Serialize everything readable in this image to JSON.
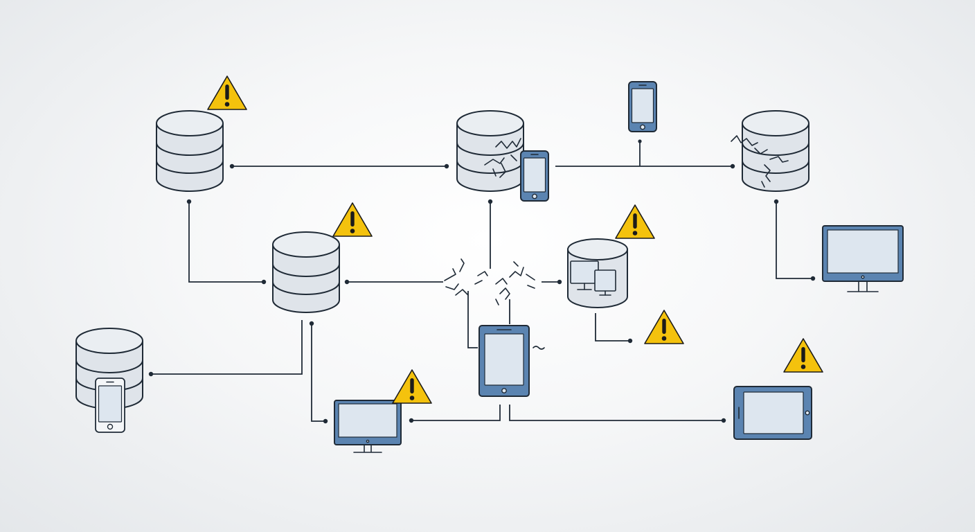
{
  "colors": {
    "line": "#1f2a36",
    "cylinder_fill": "#dfe4ea",
    "cylinder_top": "#eaeef2",
    "device_frame": "#5b84b1",
    "device_screen": "#dde6ef",
    "warning_fill": "#f4c20d",
    "warning_mark": "#1b1b1b",
    "background": "#f3f4f5"
  },
  "nodes": [
    {
      "id": "db-top-left",
      "kind": "database",
      "icon": "database-icon"
    },
    {
      "id": "db-top-center",
      "kind": "database",
      "icon": "database-icon",
      "state": "cracked"
    },
    {
      "id": "db-top-right",
      "kind": "database",
      "icon": "database-icon",
      "state": "cracked"
    },
    {
      "id": "db-middle-left",
      "kind": "database",
      "icon": "database-icon"
    },
    {
      "id": "db-bottom-left",
      "kind": "database",
      "icon": "database-icon"
    },
    {
      "id": "db-monitors-center-right",
      "kind": "database",
      "icon": "database-monitors-icon"
    },
    {
      "id": "phone-top",
      "kind": "smartphone",
      "icon": "smartphone-icon"
    },
    {
      "id": "phone-on-db-top-center",
      "kind": "smartphone",
      "icon": "smartphone-icon"
    },
    {
      "id": "phone-on-db-bottom-left",
      "kind": "smartphone",
      "icon": "smartphone-icon"
    },
    {
      "id": "tablet-center",
      "kind": "tablet",
      "icon": "tablet-icon"
    },
    {
      "id": "tablet-bottom-right",
      "kind": "tablet",
      "icon": "tablet-landscape-icon"
    },
    {
      "id": "monitor-right",
      "kind": "monitor",
      "icon": "monitor-icon"
    },
    {
      "id": "monitor-bottom",
      "kind": "monitor",
      "icon": "monitor-icon"
    }
  ],
  "warnings": [
    {
      "near": "db-top-left",
      "icon": "warning-icon"
    },
    {
      "near": "db-middle-left",
      "icon": "warning-icon"
    },
    {
      "near": "db-monitors-center-right",
      "icon": "warning-icon"
    },
    {
      "near": "db-monitors-center-right-bottom",
      "icon": "warning-icon"
    },
    {
      "near": "monitor-bottom",
      "icon": "warning-icon"
    },
    {
      "near": "tablet-bottom-right",
      "icon": "warning-icon"
    }
  ],
  "connections": [
    {
      "from": "db-top-left",
      "to": "db-top-center"
    },
    {
      "from": "db-top-center",
      "to": "db-top-right"
    },
    {
      "from": "db-top-center",
      "to": "phone-top"
    },
    {
      "from": "db-top-left",
      "to": "db-middle-left"
    },
    {
      "from": "db-middle-left",
      "to": "broken-link-center"
    },
    {
      "from": "broken-link-center",
      "to": "db-monitors-center-right"
    },
    {
      "from": "db-top-center",
      "to": "broken-link-center"
    },
    {
      "from": "db-top-right",
      "to": "monitor-right"
    },
    {
      "from": "db-middle-left",
      "to": "db-bottom-left"
    },
    {
      "from": "db-middle-left",
      "to": "monitor-bottom"
    },
    {
      "from": "tablet-center",
      "to": "monitor-bottom"
    },
    {
      "from": "tablet-center",
      "to": "tablet-bottom-right"
    },
    {
      "from": "tablet-center",
      "to": "broken-link-center"
    },
    {
      "from": "db-monitors-center-right",
      "to": "warning-bottom-center-right"
    }
  ],
  "broken_links": [
    {
      "id": "broken-link-center",
      "icon": "broken-link-icon"
    }
  ]
}
